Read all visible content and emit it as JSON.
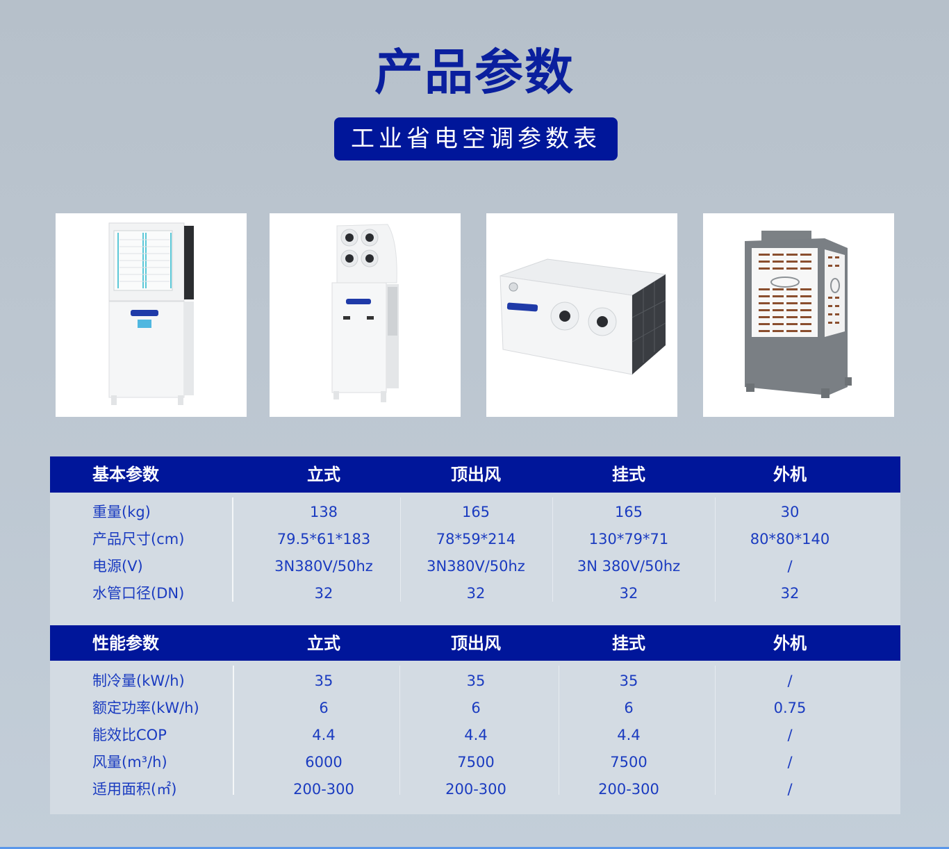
{
  "header": {
    "title": "产品参数",
    "subtitle": "工业省电空调参数表"
  },
  "colors": {
    "brand_blue": "#00169a",
    "title_blue": "#0a1f9e",
    "text_blue": "#1a3bc0",
    "panel_bg": "#d3dbe3",
    "page_bg": "#b6c0ca"
  },
  "products": [
    {
      "name": "立式",
      "image": "floor-standing-air-conditioner"
    },
    {
      "name": "顶出风",
      "image": "top-outlet-air-conditioner"
    },
    {
      "name": "挂式",
      "image": "ceiling-mounted-air-conditioner"
    },
    {
      "name": "外机",
      "image": "outdoor-unit"
    }
  ],
  "basic_table": {
    "headers": [
      "基本参数",
      "立式",
      "顶出风",
      "挂式",
      "外机"
    ],
    "rows": [
      [
        "重量(kg)",
        "138",
        "165",
        "165",
        "30"
      ],
      [
        "产品尺寸(cm)",
        "79.5*61*183",
        "78*59*214",
        "130*79*71",
        "80*80*140"
      ],
      [
        "电源(V)",
        "3N380V/50hz",
        "3N380V/50hz",
        "3N 380V/50hz",
        "/"
      ],
      [
        "水管口径(DN)",
        "32",
        "32",
        "32",
        "32"
      ]
    ]
  },
  "performance_table": {
    "headers": [
      "性能参数",
      "立式",
      "顶出风",
      "挂式",
      "外机"
    ],
    "rows": [
      [
        "制冷量(kW/h)",
        "35",
        "35",
        "35",
        "/"
      ],
      [
        "额定功率(kW/h)",
        "6",
        "6",
        "6",
        "0.75"
      ],
      [
        "能效比COP",
        "4.4",
        "4.4",
        "4.4",
        "/"
      ],
      [
        "风量(m³/h)",
        "6000",
        "7500",
        "7500",
        "/"
      ],
      [
        "适用面积(㎡)",
        "200-300",
        "200-300",
        "200-300",
        "/"
      ]
    ]
  }
}
